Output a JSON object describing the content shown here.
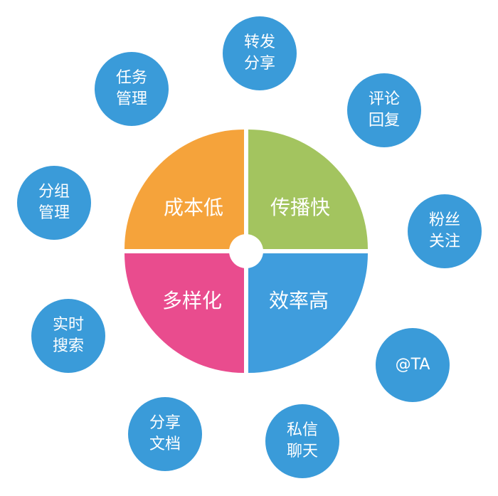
{
  "diagram": {
    "center": {
      "quadrants": [
        {
          "id": "tl",
          "label": "成本低",
          "color": "#f5a33b"
        },
        {
          "id": "tr",
          "label": "传播快",
          "color": "#a3c45f"
        },
        {
          "id": "bl",
          "label": "多样化",
          "color": "#e94c8e"
        },
        {
          "id": "br",
          "label": "效率高",
          "color": "#3f9ddd"
        }
      ]
    },
    "bubble_color": "#3a9bd9",
    "bubbles": [
      {
        "id": "repost-share",
        "lines": [
          "转发",
          "分享"
        ]
      },
      {
        "id": "comment-reply",
        "lines": [
          "评论",
          "回复"
        ]
      },
      {
        "id": "fans-follow",
        "lines": [
          "粉丝",
          "关注"
        ]
      },
      {
        "id": "at-ta",
        "lines": [
          "@TA"
        ]
      },
      {
        "id": "private-chat",
        "lines": [
          "私信",
          "聊天"
        ]
      },
      {
        "id": "share-docs",
        "lines": [
          "分享",
          "文档"
        ]
      },
      {
        "id": "realtime-search",
        "lines": [
          "实时",
          "搜索"
        ]
      },
      {
        "id": "group-manage",
        "lines": [
          "分组",
          "管理"
        ]
      },
      {
        "id": "task-manage",
        "lines": [
          "任务",
          "管理"
        ]
      }
    ]
  }
}
